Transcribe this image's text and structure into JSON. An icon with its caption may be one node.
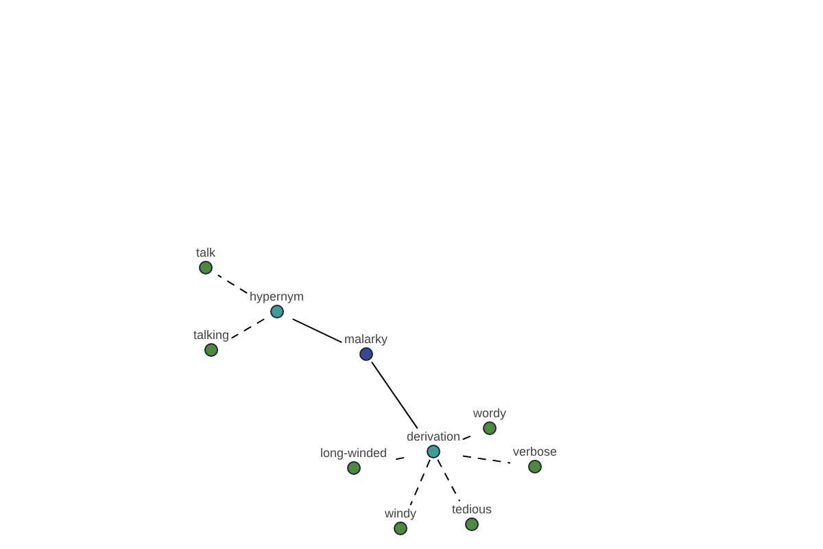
{
  "diagram": {
    "nodes": [
      {
        "text": [
          "talk"
        ]
      },
      {
        "text": [
          "hypernym"
        ]
      },
      {
        "text": [
          "talking"
        ]
      },
      {
        "text": [
          "malarky"
        ]
      },
      {
        "text": [
          "wordy"
        ]
      },
      {
        "text": [
          "derivation"
        ]
      },
      {
        "text": [
          "long-winded"
        ]
      },
      {
        "text": [
          "verbose"
        ]
      },
      {
        "text": [
          "windy"
        ]
      },
      {
        "text": [
          "tedious"
        ]
      }
    ],
    "edges": [
      {
        "from": 1,
        "to": 0,
        "arrow": "none",
        "style": "dashed"
      },
      {
        "from": 1,
        "to": 2,
        "arrow": "none",
        "style": "dashed"
      },
      {
        "from": 3,
        "to": 1,
        "arrow": "none"
      },
      {
        "from": 3,
        "to": 5,
        "arrow": "none"
      },
      {
        "from": 5,
        "to": 4,
        "arrow": "none",
        "style": "dashed"
      },
      {
        "from": 5,
        "to": 6,
        "arrow": "none",
        "style": "dashed"
      },
      {
        "from": 5,
        "to": 7,
        "arrow": "none",
        "style": "dashed"
      },
      {
        "from": 5,
        "to": 8,
        "arrow": "none",
        "style": "dashed"
      },
      {
        "from": 5,
        "to": 9,
        "arrow": "none",
        "style": "dashed"
      }
    ]
  }
}
